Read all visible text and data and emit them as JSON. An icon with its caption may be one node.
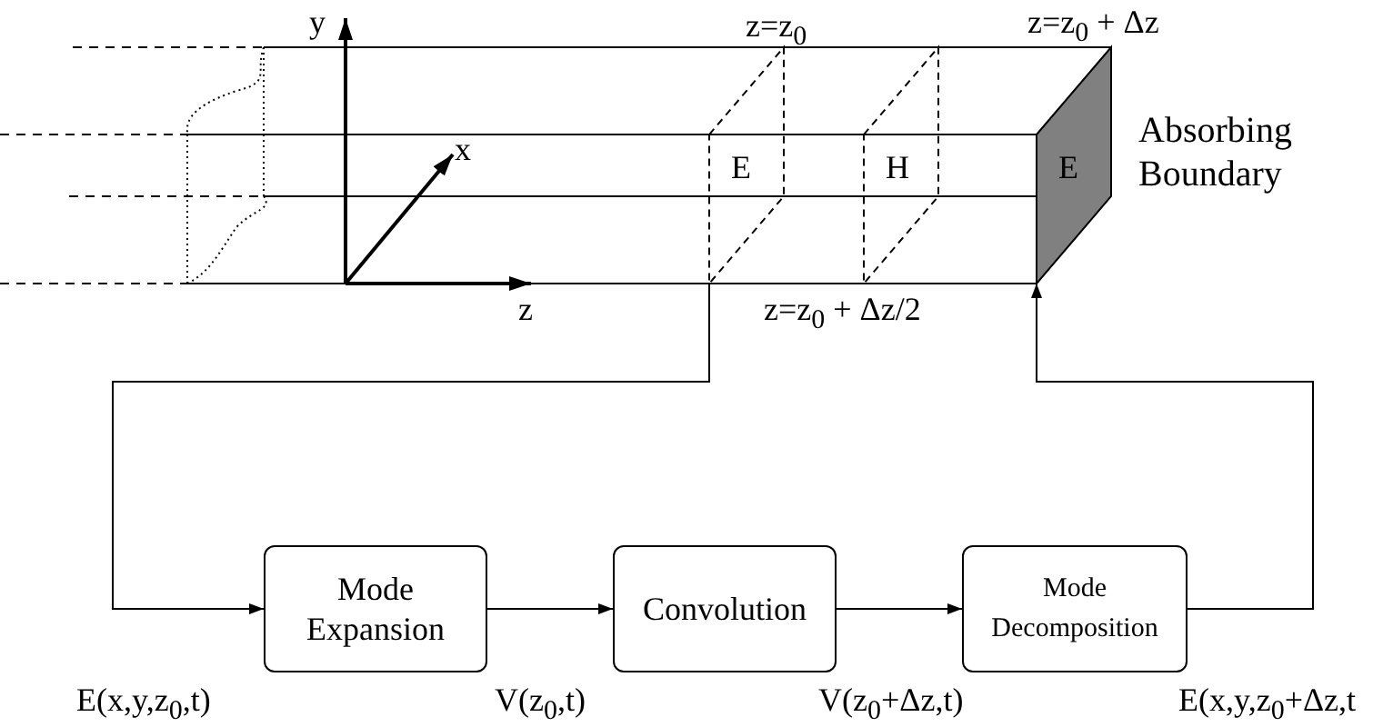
{
  "diagram": {
    "nodes": [
      {
        "text": [
          "E"
        ]
      },
      {
        "text": [
          "H"
        ]
      },
      {
        "text": [
          "E"
        ],
        "beside": [
          "Absorbing Boundary"
        ]
      },
      {
        "text": [
          "Mode Expansion"
        ]
      },
      {
        "text": [
          "Convolution"
        ]
      },
      {
        "text": [
          "Mode Decomposition"
        ]
      }
    ],
    "edges": [
      {
        "from": 0,
        "to": 3,
        "arrow": "to",
        "label": "E(x,y,z$_{0}$,t)"
      },
      {
        "from": 3,
        "to": 4,
        "arrow": "to",
        "label": "V(z$_{0}$,t)"
      },
      {
        "from": 4,
        "to": 5,
        "arrow": "to",
        "label": "V(z$_{0}$+Δz,t)"
      },
      {
        "from": 5,
        "to": 2,
        "arrow": "to",
        "label": "E(x,y,z$_{0}$+Δz,t"
      }
    ],
    "labels": [
      "y",
      "z=z$_{0}$",
      "z=z$_{0}$ + Δz",
      "x",
      "z",
      "z=z$_{0}$ + Δz/2"
    ]
  }
}
